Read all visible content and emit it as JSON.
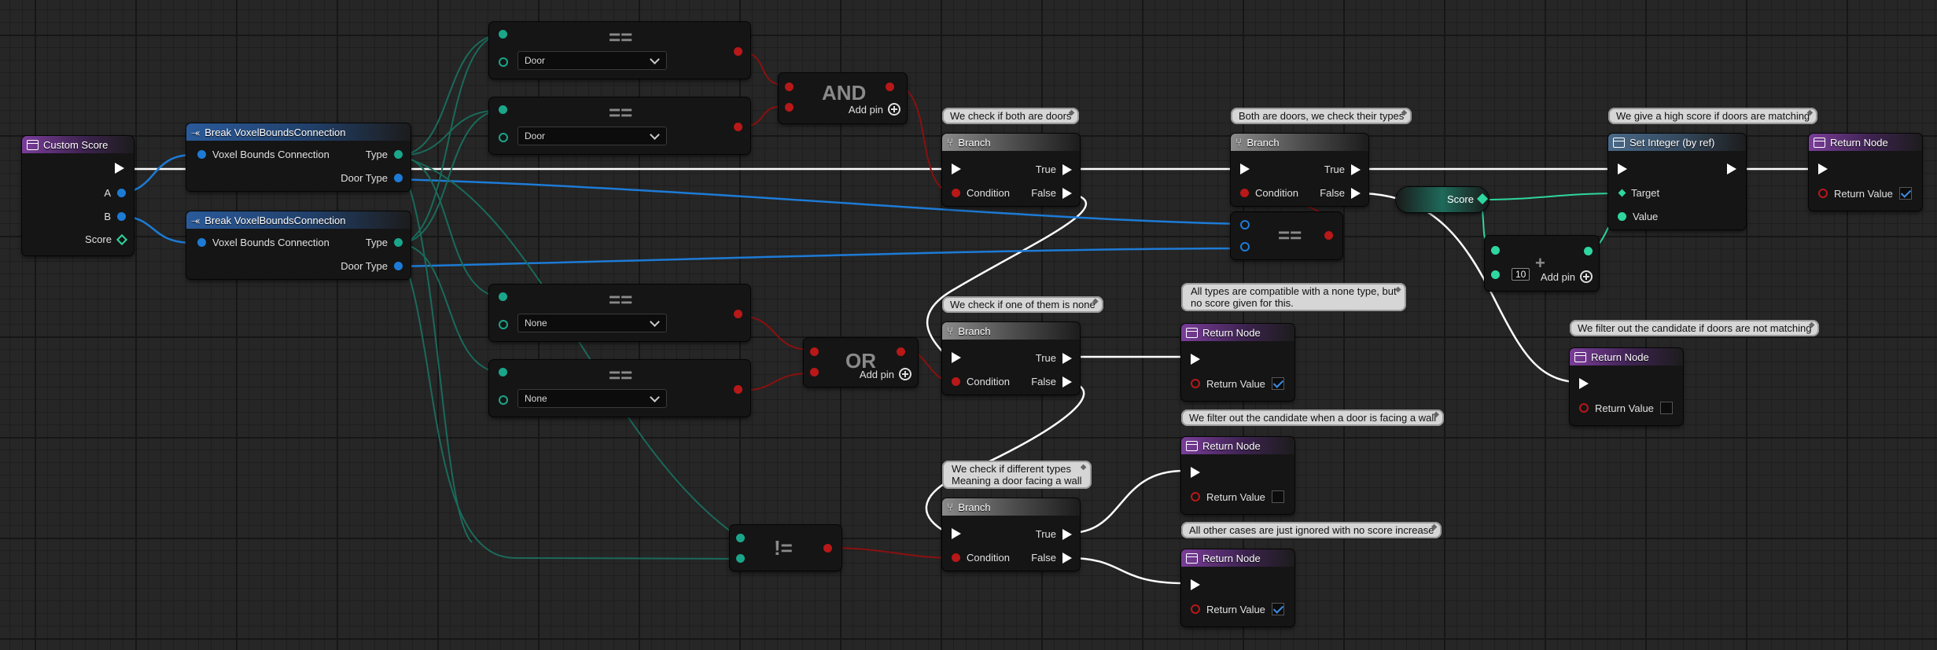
{
  "colors": {
    "exec": "#ffffff",
    "struct": "#1d7bd6",
    "byte": "#1aa68a",
    "bool": "#b81818",
    "int": "#2fd6a0",
    "wire_bool": "#8a1010",
    "wire_byte": "#1a6a5a"
  },
  "custom_score": {
    "title": "Custom Score",
    "pin_a": "A",
    "pin_b": "B",
    "pin_score": "Score"
  },
  "break1": {
    "title": "Break VoxelBoundsConnection",
    "in": "Voxel Bounds Connection",
    "type": "Type",
    "door_type": "Door Type"
  },
  "break2": {
    "title": "Break VoxelBoundsConnection",
    "in": "Voxel Bounds Connection",
    "type": "Type",
    "door_type": "Door Type"
  },
  "eq1": {
    "op": "==",
    "value": "Door"
  },
  "eq2": {
    "op": "==",
    "value": "Door"
  },
  "eq3": {
    "op": "==",
    "value": "None"
  },
  "eq4": {
    "op": "==",
    "value": "None"
  },
  "and": {
    "op": "AND",
    "add_pin": "Add pin"
  },
  "or": {
    "op": "OR",
    "add_pin": "Add pin"
  },
  "neq": {
    "op": "!="
  },
  "eq_doortype": {
    "op": "=="
  },
  "branch1": {
    "title": "Branch",
    "condition": "Condition",
    "true": "True",
    "false": "False",
    "comment": "We check if both are doors"
  },
  "branch2": {
    "title": "Branch",
    "condition": "Condition",
    "true": "True",
    "false": "False",
    "comment": "Both are doors, we check their types"
  },
  "branch3": {
    "title": "Branch",
    "condition": "Condition",
    "true": "True",
    "false": "False",
    "comment": "We check if one of them is none"
  },
  "branch4": {
    "title": "Branch",
    "condition": "Condition",
    "true": "True",
    "false": "False",
    "comment_line1": "We check if different types",
    "comment_line2": "Meaning a door facing a wall"
  },
  "score_var": {
    "label": "Score"
  },
  "add": {
    "op": "+",
    "value": "10",
    "add_pin": "Add pin"
  },
  "set_int": {
    "title": "Set Integer (by ref)",
    "target": "Target",
    "value": "Value",
    "comment": "We give a high score if doors are matching"
  },
  "ret_main": {
    "title": "Return Node",
    "value_label": "Return Value",
    "value": true
  },
  "ret_filter": {
    "title": "Return Node",
    "value_label": "Return Value",
    "value": false,
    "comment": "We filter out the candidate if doors are not matching"
  },
  "ret_none": {
    "title": "Return Node",
    "value_label": "Return Value",
    "value": true,
    "comment_line1": "All types are compatible with a none type, but",
    "comment_line2": "no score given for this."
  },
  "ret_wall": {
    "title": "Return Node",
    "value_label": "Return Value",
    "value": false,
    "comment": "We filter out the candidate  when a door is facing a wall"
  },
  "ret_other": {
    "title": "Return Node",
    "value_label": "Return Value",
    "value": true,
    "comment": "All other cases are just ignored with no score increase"
  }
}
